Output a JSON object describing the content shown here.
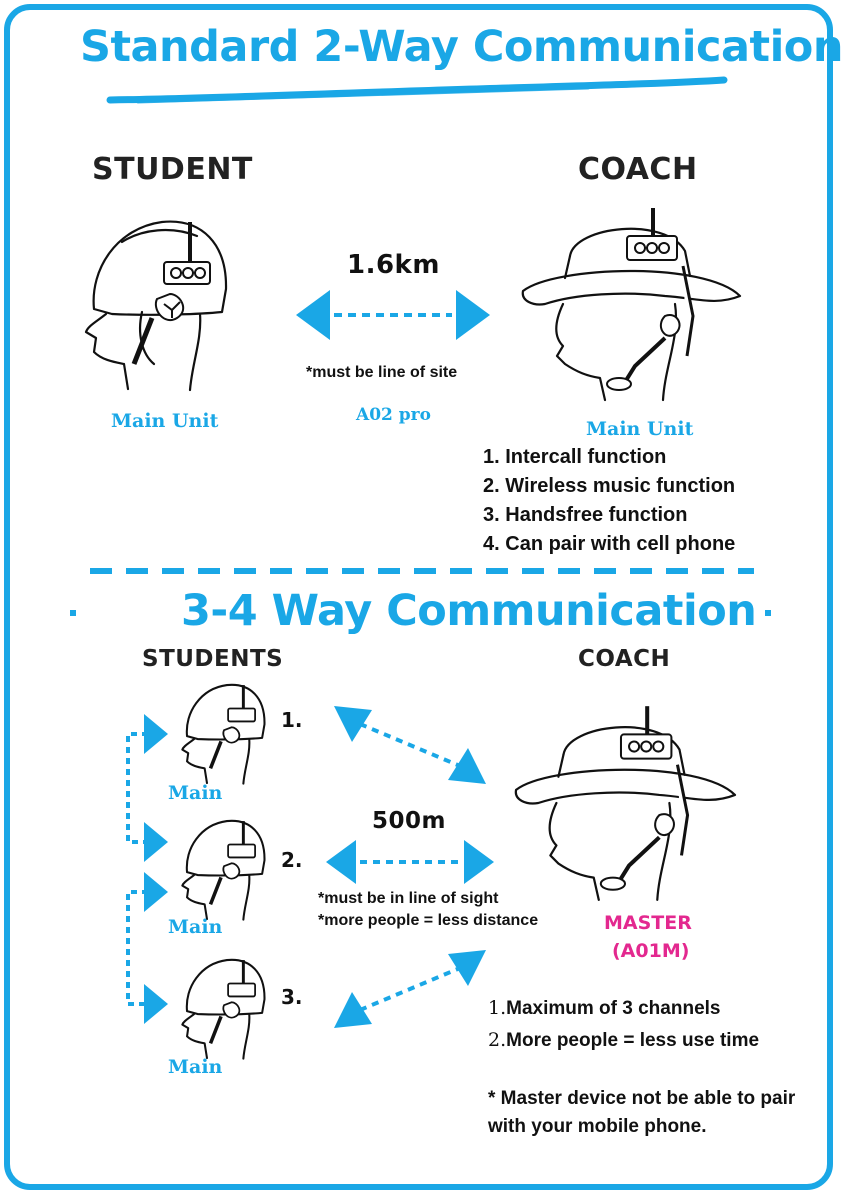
{
  "section1": {
    "title": "Standard 2-Way Communication",
    "student_label": "STUDENT",
    "coach_label": "COACH",
    "distance": "1.6km",
    "distance_note": "*must be line of site",
    "student_unit": "Main Unit",
    "model": "A02 pro",
    "coach_unit": "Main Unit",
    "features": [
      {
        "num": "1.",
        "text": "Intercall function"
      },
      {
        "num": "2.",
        "text": "Wireless music function"
      },
      {
        "num": "3.",
        "text": "Handsfree function"
      },
      {
        "num": "4.",
        "text": "Can pair with cell phone"
      }
    ]
  },
  "section2": {
    "title": "3-4 Way Communication",
    "students_label": "STUDENTS",
    "coach_label": "COACH",
    "student_numbers": [
      "1.",
      "2.",
      "3."
    ],
    "student_units": [
      "Main",
      "Main",
      "Main"
    ],
    "distance": "500m",
    "notes": [
      "*must be in line of sight",
      "*more people = less distance"
    ],
    "master_label": "MASTER",
    "master_model": "(A01M)",
    "limits": [
      {
        "num": "1.",
        "text": "Maximum of 3 channels"
      },
      {
        "num": "2.",
        "text": "More people = less use time"
      }
    ],
    "footnote_line1": "* Master device not be able to pair",
    "footnote_line2": "with your mobile phone."
  },
  "colors": {
    "accent": "#1aa7e6",
    "master": "#e3288f",
    "text": "#111111"
  }
}
